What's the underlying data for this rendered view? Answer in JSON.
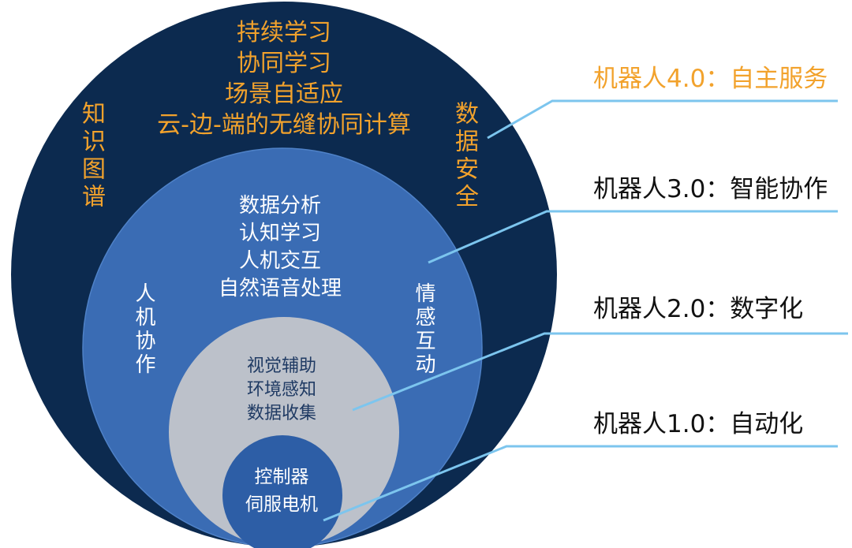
{
  "colors": {
    "outer_circle": "#0c2a4f",
    "middle_circle": "#3a6cb4",
    "gray_circle": "#bcc1ca",
    "inner_circle": "#2d5ea6",
    "connector": "#7cc5ee",
    "accent_orange": "#f2a22c"
  },
  "circles": [
    {
      "lines": [
        "持续学习",
        "协同学习",
        "场景自适应",
        "云-边-端的无缝协同计算"
      ],
      "left_vertical": "知识图谱",
      "right_vertical": "数据安全"
    },
    {
      "lines": [
        "数据分析",
        "认知学习",
        "人机交互",
        "自然语音处理"
      ],
      "left_vertical": "人机协作",
      "right_vertical": "情感互动"
    },
    {
      "lines": [
        "视觉辅助",
        "环境感知",
        "数据收集"
      ]
    },
    {
      "lines": [
        "控制器",
        "伺服电机"
      ]
    }
  ],
  "stages": [
    {
      "label": "机器人4.0：自主服务"
    },
    {
      "label": "机器人3.0：智能协作"
    },
    {
      "label": "机器人2.0：数字化"
    },
    {
      "label": "机器人1.0：自动化"
    }
  ]
}
